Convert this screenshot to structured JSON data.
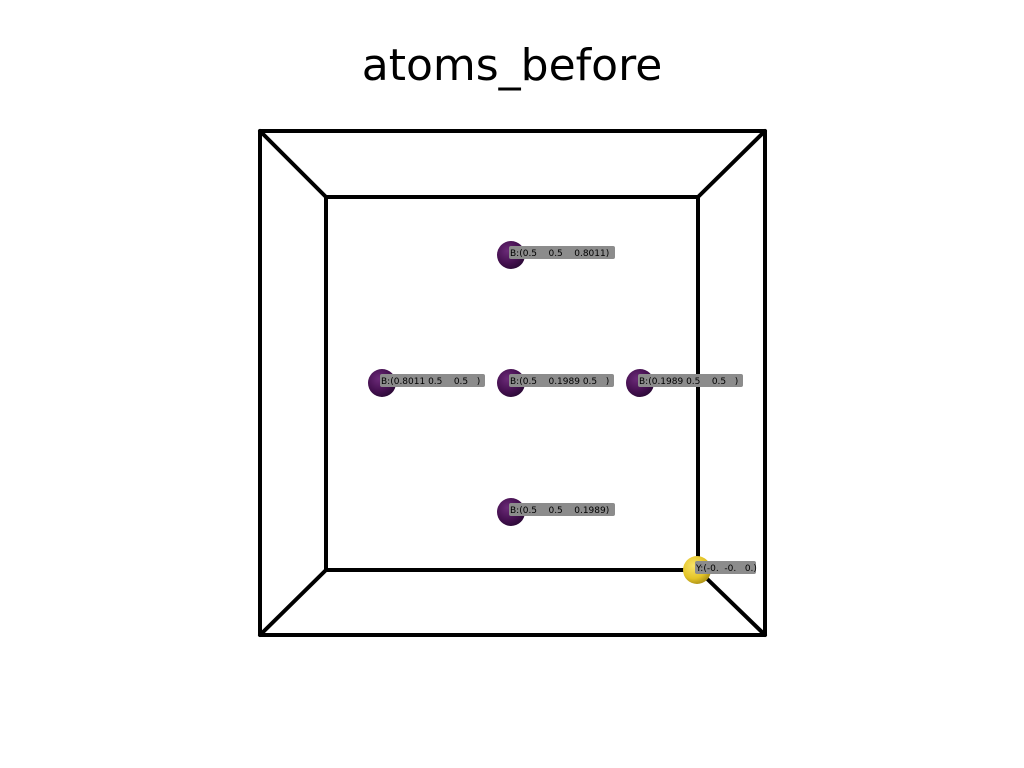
{
  "title": "atoms_before",
  "colors": {
    "background": "#ffffff",
    "cell_edges": "#000000",
    "label_box": "#8c8c8c",
    "label_text": "#000000"
  },
  "atoms": [
    {
      "element": "B",
      "label": "B:(0.5    0.5    0.8011)",
      "color": "#44104f"
    },
    {
      "element": "B",
      "label": "B:(0.8011 0.5    0.5   )",
      "color": "#44104f"
    },
    {
      "element": "B",
      "label": "B:(0.5    0.1989 0.5   )",
      "color": "#44104f"
    },
    {
      "element": "B",
      "label": "B:(0.1989 0.5    0.5   )",
      "color": "#44104f"
    },
    {
      "element": "B",
      "label": "B:(0.5    0.5    0.1989)",
      "color": "#44104f"
    },
    {
      "element": "Y",
      "label": "Y:(-0.  -0.   0.)",
      "color": "#e4c427"
    }
  ]
}
